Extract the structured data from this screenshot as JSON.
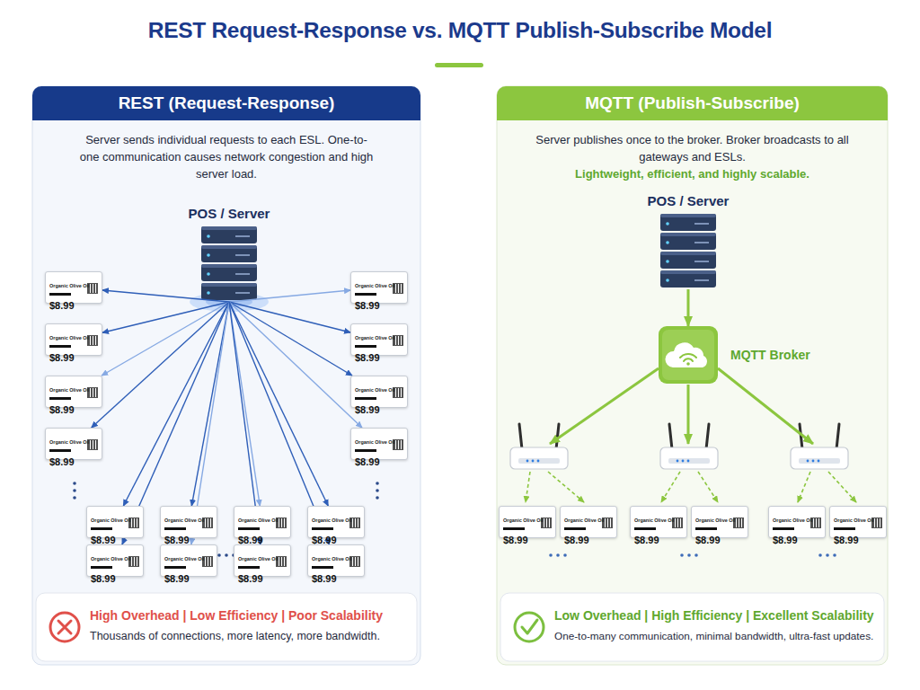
{
  "diagram": {
    "title": "REST Request-Response vs. MQTT Publish-Subscribe Model",
    "nodes": [
      {
        "text": [
          "REST (Request-Response)",
          "Server sends individual requests to each ESL. One-to-one communication causes network congestion and high server load."
        ]
      },
      {
        "text": [
          "POS / Server"
        ],
        "in": 0
      },
      {
        "text": [
          "Organic Olive Oil",
          "$8.99"
        ],
        "in": 0
      },
      {
        "text": [
          "Organic Olive Oil",
          "$8.99"
        ],
        "in": 0
      },
      {
        "text": [
          "Organic Olive Oil",
          "$8.99"
        ],
        "in": 0
      },
      {
        "text": [
          "Organic Olive Oil",
          "$8.99"
        ],
        "in": 0
      },
      {
        "text": [
          "Organic Olive Oil",
          "$8.99"
        ],
        "in": 0
      },
      {
        "text": [
          "Organic Olive Oil",
          "$8.99"
        ],
        "in": 0
      },
      {
        "text": [
          "Organic Olive Oil",
          "$8.99"
        ],
        "in": 0
      },
      {
        "text": [
          "Organic Olive Oil",
          "$8.99"
        ],
        "in": 0
      },
      {
        "text": [
          "Organic Olive Oil",
          "$8.99"
        ],
        "in": 0
      },
      {
        "text": [
          "Organic Olive Oil",
          "$8.99"
        ],
        "in": 0
      },
      {
        "text": [
          "Organic Olive Oil",
          "$8.99"
        ],
        "in": 0
      },
      {
        "text": [
          "Organic Olive Oil",
          "$8.99"
        ],
        "in": 0
      },
      {
        "text": [
          "Organic Olive Oil",
          "$8.99"
        ],
        "in": 0
      },
      {
        "text": [
          "Organic Olive Oil",
          "$8.99"
        ],
        "in": 0
      },
      {
        "text": [
          "Organic Olive Oil",
          "$8.99"
        ],
        "in": 0
      },
      {
        "text": [
          "Organic Olive Oil",
          "$8.99"
        ],
        "in": 0
      },
      {
        "text": [
          "High Overhead | Low Efficiency | Poor Scalability",
          "Thousands of connections, more latency, more bandwidth."
        ],
        "in": 0
      },
      {
        "text": [
          "MQTT (Publish-Subscribe)",
          "Server publishes once to the broker. Broker broadcasts to all gateways and ESLs.",
          "Lightweight, efficient, and highly scalable."
        ]
      },
      {
        "text": [
          "POS / Server"
        ],
        "in": 19
      },
      {
        "text": [
          "MQTT Broker"
        ],
        "in": 19
      },
      {
        "text": [
          "Organic Olive Oil",
          "$8.99"
        ],
        "in": 19
      },
      {
        "text": [
          "Organic Olive Oil",
          "$8.99"
        ],
        "in": 19
      },
      {
        "text": [
          "Organic Olive Oil",
          "$8.99"
        ],
        "in": 19
      },
      {
        "text": [
          "Organic Olive Oil",
          "$8.99"
        ],
        "in": 19
      },
      {
        "text": [
          "Organic Olive Oil",
          "$8.99"
        ],
        "in": 19
      },
      {
        "text": [
          "Organic Olive Oil",
          "$8.99"
        ],
        "in": 19
      },
      {
        "text": [
          "Low Overhead | High Efficiency | Excellent Scalability",
          "One-to-many communication, minimal bandwidth, ultra-fast updates."
        ],
        "in": 19
      }
    ],
    "edges": [
      {
        "from": 1,
        "to": 2,
        "arrow": "to"
      },
      {
        "from": 1,
        "to": 3,
        "arrow": "to"
      },
      {
        "from": 1,
        "to": 4,
        "arrow": "to"
      },
      {
        "from": 1,
        "to": 5,
        "arrow": "to"
      },
      {
        "from": 1,
        "to": 6,
        "arrow": "to"
      },
      {
        "from": 1,
        "to": 7,
        "arrow": "to"
      },
      {
        "from": 1,
        "to": 8,
        "arrow": "to"
      },
      {
        "from": 1,
        "to": 9,
        "arrow": "to"
      },
      {
        "from": 1,
        "to": 10,
        "arrow": "to"
      },
      {
        "from": 1,
        "to": 11,
        "arrow": "to"
      },
      {
        "from": 1,
        "to": 12,
        "arrow": "to"
      },
      {
        "from": 1,
        "to": 13,
        "arrow": "to"
      },
      {
        "from": 1,
        "to": 14,
        "arrow": "to"
      },
      {
        "from": 1,
        "to": 15,
        "arrow": "to"
      },
      {
        "from": 1,
        "to": 16,
        "arrow": "to"
      },
      {
        "from": 1,
        "to": 17,
        "arrow": "to"
      },
      {
        "from": 20,
        "to": 21,
        "arrow": "to"
      }
    ]
  }
}
